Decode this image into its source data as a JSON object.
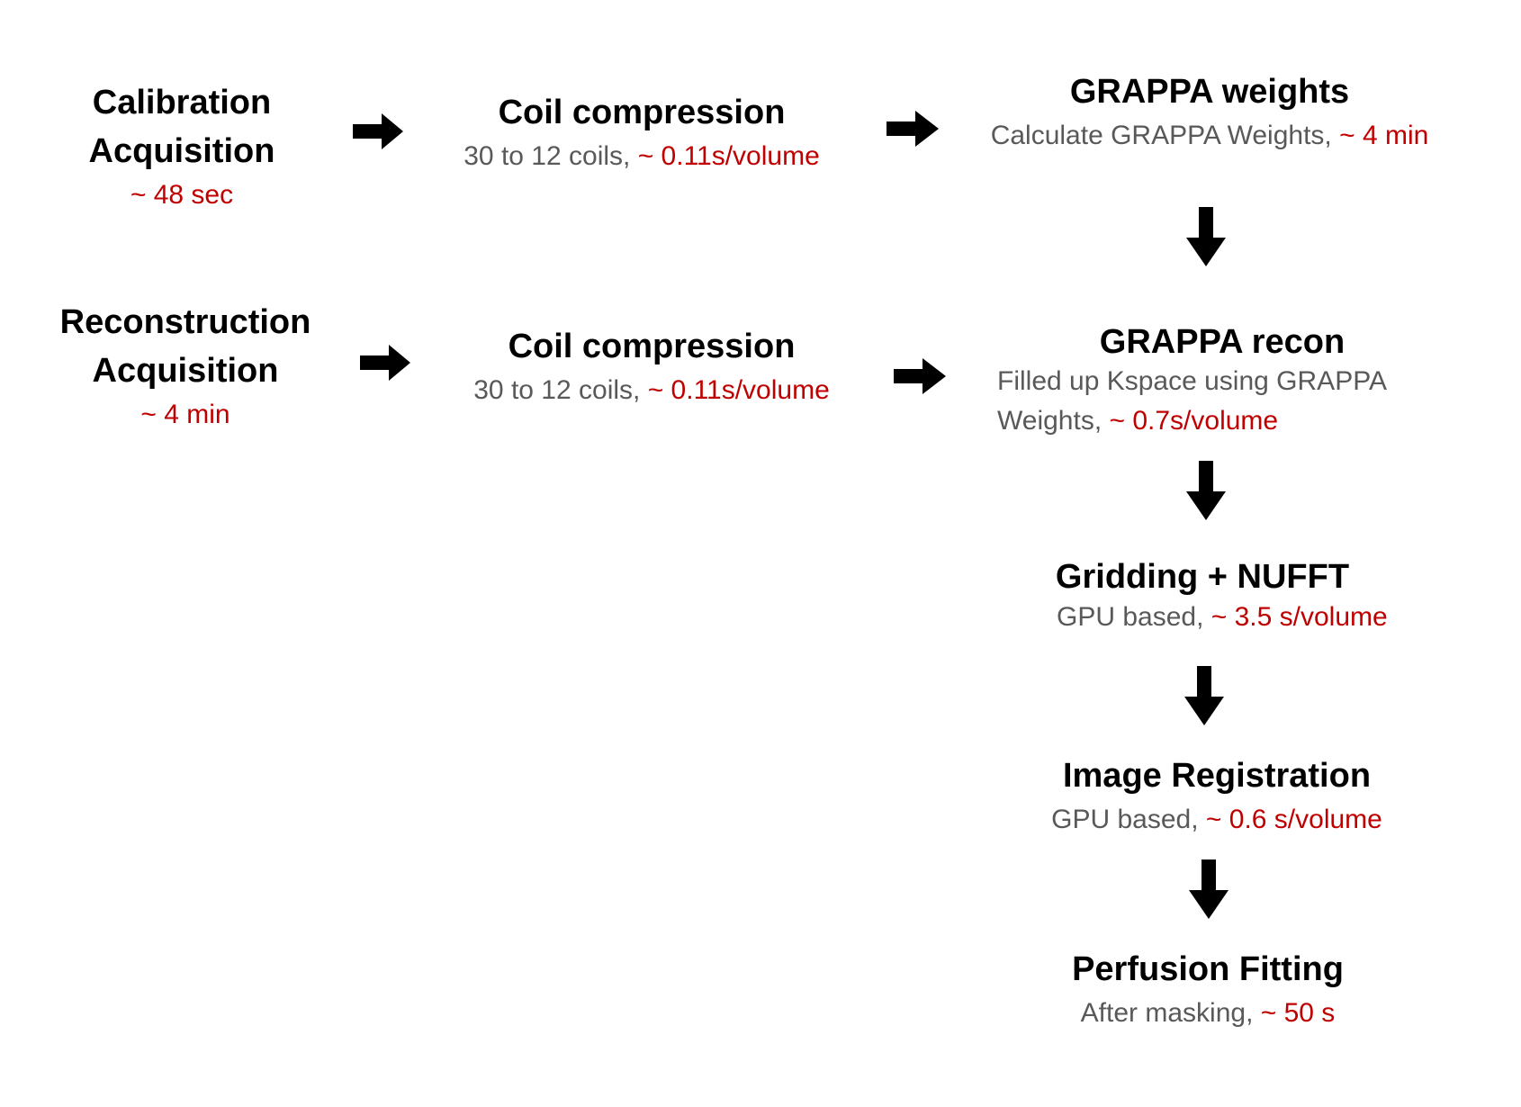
{
  "colors": {
    "title": "#000000",
    "description": "#595959",
    "timing": "#c00000",
    "arrow": "#000000"
  },
  "nodes": {
    "calibration": {
      "title_line1": "Calibration",
      "title_line2": "Acquisition",
      "timing": "~ 48 sec"
    },
    "coil_compression_1": {
      "title": "Coil compression",
      "desc": "30 to 12 coils, ",
      "timing": "~ 0.11s/volume"
    },
    "grappa_weights": {
      "title": "GRAPPA weights",
      "desc": "Calculate GRAPPA Weights, ",
      "timing": "~ 4 min"
    },
    "reconstruction": {
      "title_line1": "Reconstruction",
      "title_line2": "Acquisition",
      "timing": "~ 4 min"
    },
    "coil_compression_2": {
      "title": "Coil compression",
      "desc": "30 to 12 coils, ",
      "timing": "~ 0.11s/volume"
    },
    "grappa_recon": {
      "title": "GRAPPA recon",
      "desc_line1": "Filled up Kspace using GRAPPA",
      "desc_line2": "Weights, ",
      "timing": "~ 0.7s/volume"
    },
    "gridding": {
      "title": "Gridding + NUFFT",
      "desc": "GPU based, ",
      "timing": "~ 3.5 s/volume"
    },
    "registration": {
      "title": "Image Registration",
      "desc": "GPU based, ",
      "timing": "~ 0.6 s/volume"
    },
    "perfusion": {
      "title": "Perfusion Fitting",
      "desc": "After masking, ",
      "timing": "~ 50 s"
    }
  }
}
